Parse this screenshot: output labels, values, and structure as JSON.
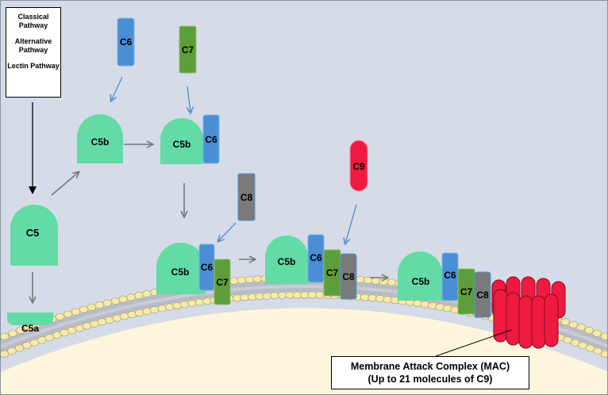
{
  "pathways": [
    "Classical Pathway",
    "Alternative Pathway",
    "Lectin Pathway"
  ],
  "components": {
    "c5": "C5",
    "c5a": "C5a",
    "c5b": "C5b",
    "c6": "C6",
    "c7": "C7",
    "c8": "C8",
    "c9": "C9"
  },
  "mac": {
    "line1": "Membrane Attack Complex (MAC)",
    "line2": "(Up to 21 molecules of C9)"
  },
  "colors": {
    "background": "#d5dbe7",
    "c5": "#62dba6",
    "c6": "#4a8fd6",
    "c7": "#5e9e3a",
    "c8": "#7a7a7a",
    "c9": "#ee1a42",
    "cell": "#fdf6dc",
    "lipid_head": "#f6eaa6",
    "arrow_grey": "#777777",
    "arrow_blue": "#5b8fd0"
  }
}
